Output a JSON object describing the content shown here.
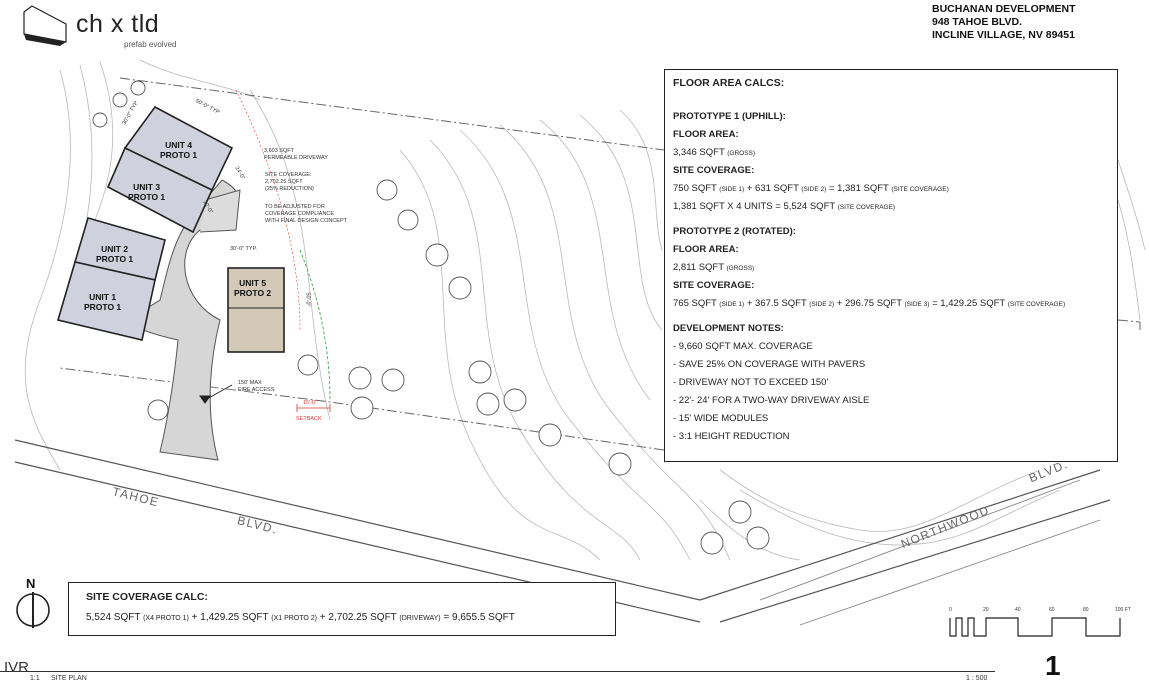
{
  "logo": {
    "name": "ch x tld",
    "tagline": "prefab evolved"
  },
  "address": [
    "BUCHANAN DEVELOPMENT",
    "948 TAHOE BLVD.",
    "INCLINE VILLAGE, NV 89451"
  ],
  "floor_area_calcs": {
    "title": "FLOOR AREA CALCS:",
    "proto1": {
      "heading": "PROTOTYPE 1 (UPHILL):",
      "floor_area_label": "FLOOR AREA:",
      "floor_area_value": "3,346 SQFT",
      "floor_area_suffix": "(GROSS)",
      "coverage_label": "SITE COVERAGE:",
      "cov_a": "750 SQFT",
      "cov_a_sub": "(SIDE 1)",
      "cov_b": "+ 631 SQFT",
      "cov_b_sub": "(SIDE 2)",
      "cov_c": "= 1,381 SQFT",
      "cov_c_sub": "(SITE COVERAGE)",
      "units_line": "1,381 SQFT X 4 UNITS = 5,524 SQFT",
      "units_sub": "(SITE COVERAGE)"
    },
    "proto2": {
      "heading": "PROTOTYPE 2 (ROTATED):",
      "floor_area_label": "FLOOR AREA:",
      "floor_area_value": "2,811 SQFT",
      "floor_area_suffix": "(GROSS)",
      "coverage_label": "SITE COVERAGE:",
      "cov_a": "765 SQFT",
      "cov_a_sub": "(SIDE 1)",
      "cov_b": "+ 367.5 SQFT",
      "cov_b_sub": "(SIDE 2)",
      "cov_c": "+ 296.75 SQFT",
      "cov_c_sub": "(SIDE 3)",
      "cov_d": "= 1,429.25 SQFT",
      "cov_d_sub": "(SITE COVERAGE)"
    },
    "notes_heading": "DEVELOPMENT NOTES:",
    "notes": [
      "- 9,660 SQFT MAX. COVERAGE",
      "- SAVE 25% ON COVERAGE WITH PAVERS",
      "- DRIVEWAY NOT TO EXCEED 150'",
      "- 22'- 24' FOR A TWO-WAY DRIVEWAY AISLE",
      "- 15' WIDE MODULES",
      "- 3:1 HEIGHT REDUCTION"
    ]
  },
  "site_coverage": {
    "title": "SITE COVERAGE CALC:",
    "a": "5,524 SQFT",
    "a_sub": "(X4 PROTO 1)",
    "b": "+ 1,429.25 SQFT",
    "b_sub": "(X1 PROTO 2)",
    "c": "+ 2,702.25 SQFT",
    "c_sub": "(DRIVEWAY)",
    "total": "= 9,655.5 SQFT"
  },
  "units": [
    {
      "name": "UNIT 4",
      "type": "PROTO 1"
    },
    {
      "name": "UNIT 3",
      "type": "PROTO 1"
    },
    {
      "name": "UNIT 2",
      "type": "PROTO 1"
    },
    {
      "name": "UNIT 1",
      "type": "PROTO 1"
    },
    {
      "name": "UNIT 5",
      "type": "PROTO 2"
    }
  ],
  "annotations": {
    "driveway_area": [
      "3,603 SQFT",
      "PERMEABLE DRIVEWAY"
    ],
    "site_cov": [
      "SITE COVERAGE:",
      "2,702.25 SQFT",
      "(25% REDUCTION)"
    ],
    "adjust": [
      "TO BE ADJUSTED FOR",
      "COVERAGE COMPLIANCE",
      "WITH FINAL DESIGN CONCEPT"
    ],
    "fire_access": [
      "150' MAX",
      "FIRE ACCESS"
    ],
    "setback_dim": "15'-0\"",
    "setback": "SETBACK",
    "dim_30_typ_a": "30'-0\" TYP",
    "dim_50_typ": "50'-0\" TYP",
    "dim_30_typ_b": "30'-0\" TYP.",
    "dim_50": "50'-0\"",
    "dim_24": "24'-0\"",
    "dim_22": "22'-0\""
  },
  "streets": {
    "tahoe": "TAHOE",
    "blvd": "BLVD.",
    "northwood": "NORTHWOOD",
    "blvd2": "BLVD."
  },
  "north_label": "N",
  "scale_ticks": [
    "0",
    "20",
    "40",
    "60",
    "80",
    "100 FT"
  ],
  "footer": {
    "sheet_ref": "1:1",
    "sheet_title": "SITE PLAN",
    "scale": "1 : 500",
    "sheet_number": "1"
  },
  "watermark": "IVR"
}
